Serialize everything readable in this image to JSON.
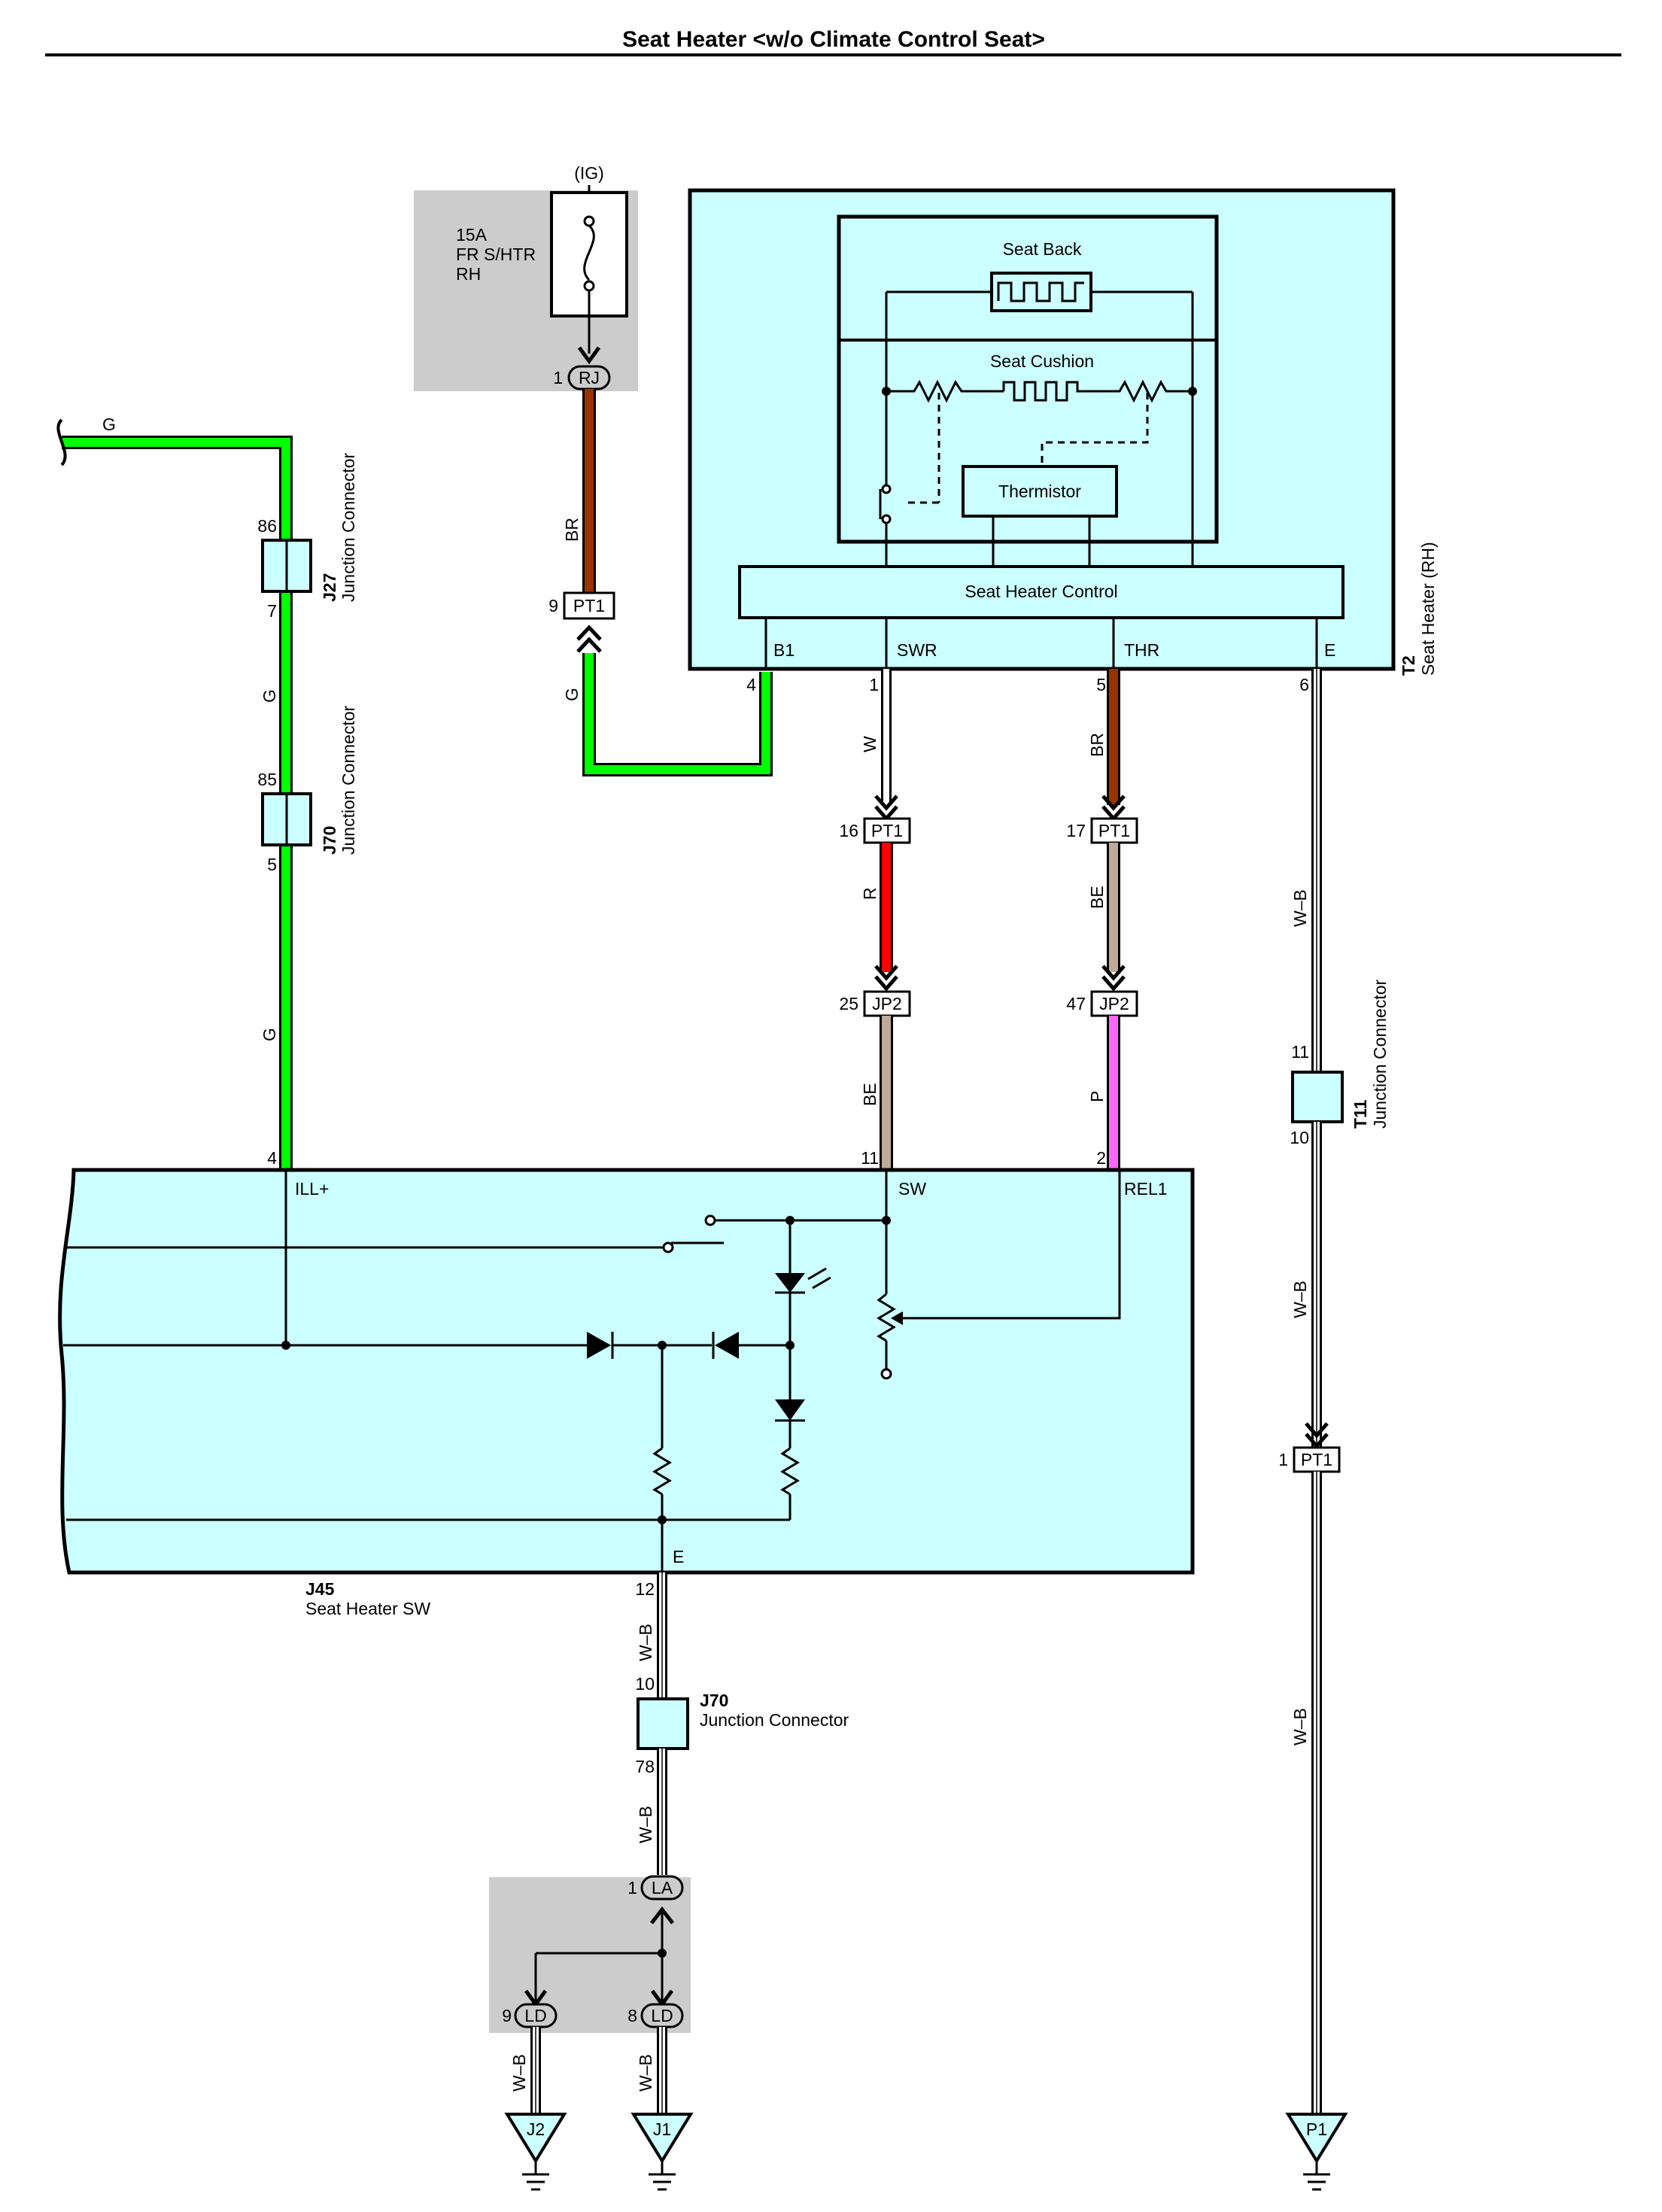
{
  "title": "Seat Heater <w/o Climate Control Seat>",
  "colors": {
    "panel": "#ccffff",
    "relay_box": "#cccccc",
    "G": "#00ff00",
    "BR": "#993300",
    "R": "#ff0000",
    "BE": "#bfaa99",
    "P": "#ff66ff",
    "W": "#ffffff",
    "W-B": "#ffffff"
  },
  "fuse": {
    "supply": "(IG)",
    "rating": "15A",
    "name": "FR S/HTR",
    "side": "RH"
  },
  "seat_heater": {
    "id": "T2",
    "name": "Seat Heater (RH)",
    "seat_back": "Seat Back",
    "seat_cushion": "Seat Cushion",
    "thermistor": "Thermistor",
    "control": "Seat Heater Control",
    "terminals": {
      "b1": "B1",
      "swr": "SWR",
      "thr": "THR",
      "e": "E"
    },
    "pins": {
      "b1": "4",
      "swr": "1",
      "thr": "5",
      "e": "6"
    }
  },
  "switch": {
    "id": "J45",
    "name": "Seat Heater SW",
    "terminals": {
      "ill": "ILL+",
      "sw": "SW",
      "rel1": "REL1",
      "e": "E"
    },
    "pins": {
      "ill": "4",
      "sw": "11",
      "rel1": "2",
      "e": "12"
    }
  },
  "junctions": {
    "j27": {
      "id": "J27",
      "name": "Junction Connector",
      "pin_top": "86",
      "pin_bottom": "7"
    },
    "j70_left": {
      "id": "J70",
      "name": "Junction Connector",
      "pin_top": "85",
      "pin_bottom": "5"
    },
    "t11": {
      "id": "T11",
      "name": "Junction Connector",
      "pin_top": "11",
      "pin_bottom": "10"
    },
    "j70_bottom": {
      "id": "J70",
      "name": "Junction Connector",
      "pin_top": "10",
      "pin_bottom": "78"
    }
  },
  "connectors": {
    "rj": {
      "code": "RJ",
      "pin": "1"
    },
    "pt1_br": {
      "code": "PT1",
      "pin": "9"
    },
    "pt1_w": {
      "code": "PT1",
      "pin": "16"
    },
    "pt1_thr": {
      "code": "PT1",
      "pin": "17"
    },
    "jp2_r": {
      "code": "JP2",
      "pin": "25"
    },
    "jp2_be": {
      "code": "JP2",
      "pin": "47"
    },
    "pt1_e": {
      "code": "PT1",
      "pin": "1"
    },
    "la": {
      "code": "LA",
      "pin": "1"
    },
    "ld9": {
      "code": "LD",
      "pin": "9"
    },
    "ld8": {
      "code": "LD",
      "pin": "8"
    }
  },
  "wire_labels": {
    "g_top": "G",
    "g_mid": "G",
    "g_low": "G",
    "g_b1": "G",
    "br_fuse": "BR",
    "w_swr": "W",
    "br_thr": "BR",
    "r": "R",
    "be_thr": "BE",
    "be_sw": "BE",
    "p": "P",
    "wb_t2": "W–B",
    "wb_t11": "W–B",
    "wb_low": "W–B",
    "wb_j45": "W–B",
    "wb_j70": "W–B",
    "wb_j2": "W–B",
    "wb_j1": "W–B"
  },
  "grounds": {
    "j2": "J2",
    "j1": "J1",
    "p1": "P1"
  }
}
